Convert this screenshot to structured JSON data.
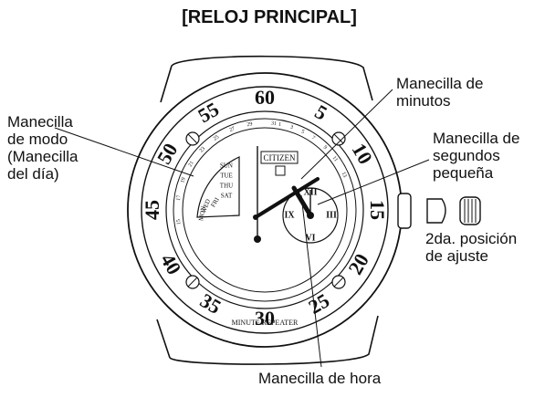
{
  "title": "[RELOJ PRINCIPAL]",
  "labels": {
    "mode_hand": [
      "Manecilla",
      "de modo",
      "(Manecilla",
      "del día)"
    ],
    "minute_hand": [
      "Manecilla de",
      "minutos"
    ],
    "small_second_hand": [
      "Manecilla de",
      "segundos",
      "pequeña"
    ],
    "crown_position": [
      "2da. posición",
      "de ajuste"
    ],
    "hour_hand": [
      "Manecilla de hora"
    ]
  },
  "dial": {
    "bezel_numbers": [
      "60",
      "5",
      "10",
      "15",
      "20",
      "25",
      "30",
      "35",
      "40",
      "45",
      "50",
      "55"
    ],
    "brand": "CITIZEN",
    "bottom_text": "MINUTE REPEATER",
    "day_names": [
      "SUN",
      "TUE",
      "THU",
      "SAT",
      "FRI",
      "WED",
      "MON"
    ],
    "subdial_numerals": [
      "XII",
      "III",
      "VI",
      "IX"
    ],
    "date_numbers": [
      "29",
      "31",
      "1",
      "3",
      "5",
      "27",
      "25",
      "7",
      "9",
      "23",
      "11",
      "21",
      "13",
      "19",
      "17",
      "15"
    ]
  }
}
